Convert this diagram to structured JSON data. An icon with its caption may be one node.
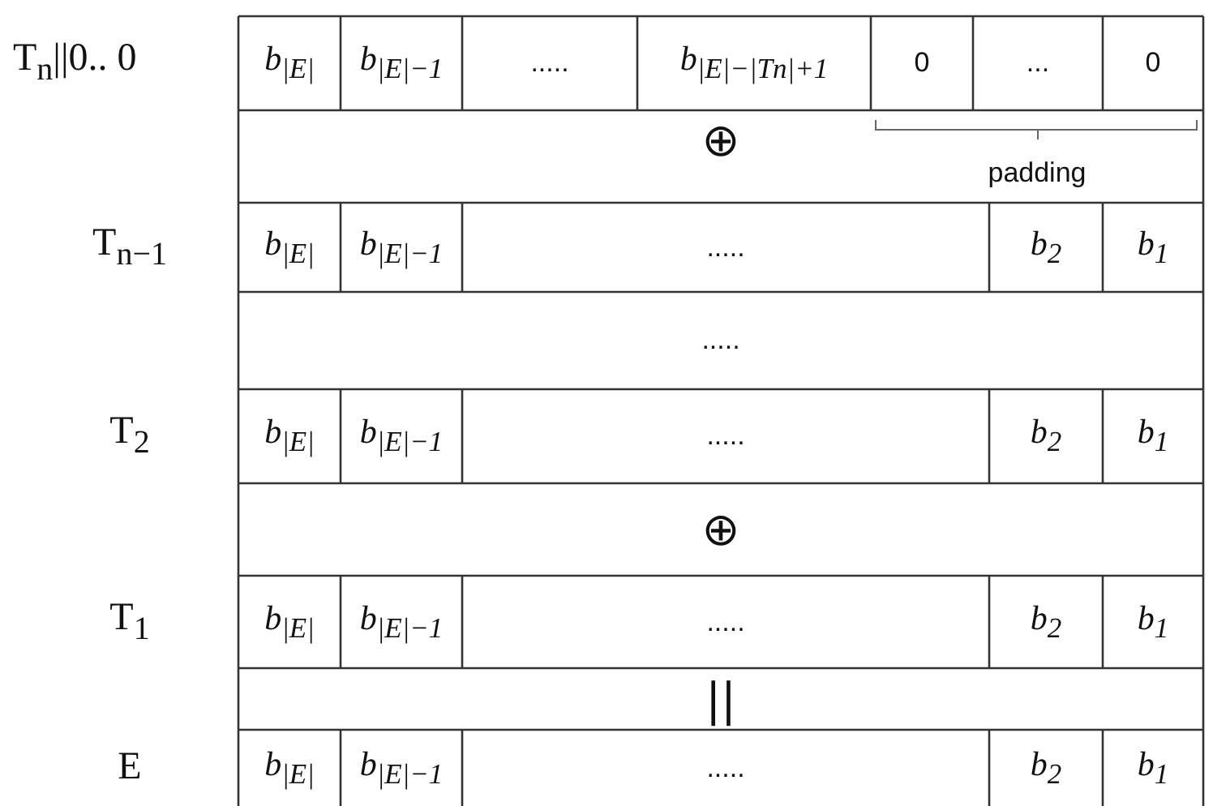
{
  "diagram": {
    "labels": [
      "T$_{n}$||0.. 0",
      "b$_{|E|}$",
      "b$_{|E|−1}$",
      ".....",
      "b$_{|E|−|Tn|+1}$",
      "0",
      "...",
      "0",
      "⊕",
      "padding",
      "T$_{n−1}$",
      "b$_{|E|}$",
      "b$_{|E|−1}$",
      ".....",
      "b$_{2}$",
      "b$_{1}$",
      ".....",
      "T$_{2}$",
      "b$_{|E|}$",
      "b$_{|E|−1}$",
      ".....",
      "b$_{2}$",
      "b$_{1}$",
      "⊕",
      "T$_{1}$",
      "b$_{|E|}$",
      "b$_{|E|−1}$",
      ".....",
      "b$_{2}$",
      "b$_{1}$",
      "||",
      "E",
      "b$_{|E|}$",
      "b$_{|E|−1}$",
      ".....",
      "b$_{2}$",
      "b$_{1}$"
    ]
  }
}
